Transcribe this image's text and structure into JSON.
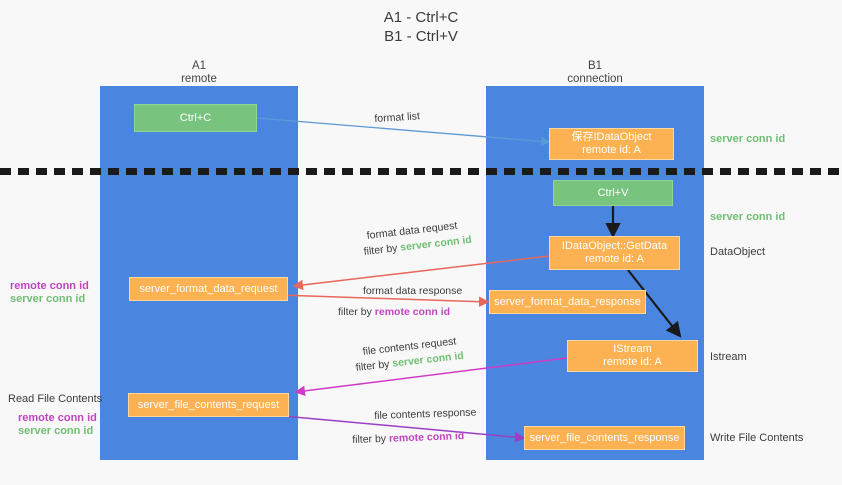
{
  "title": {
    "line1": "A1 - Ctrl+C",
    "line2": "B1 - Ctrl+V"
  },
  "columns": [
    {
      "name": "A1",
      "sub": "remote"
    },
    {
      "name": "B1",
      "sub": "connection"
    }
  ],
  "nodes": {
    "ctrl_c": {
      "label": "Ctrl+C"
    },
    "save_idataobject": {
      "line1": "保存IDataObject",
      "line2": "remote id: A"
    },
    "ctrl_v": {
      "label": "Ctrl+V"
    },
    "getdata": {
      "line1": "IDataObject::GetData",
      "line2": "remote id: A"
    },
    "istream": {
      "line1": "IStream",
      "line2": "remote id: A"
    },
    "server_format_data_request": {
      "label": "server_format_data_request"
    },
    "server_format_data_response": {
      "label": "server_format_data_response"
    },
    "server_file_contents_request": {
      "label": "server_file_contents_request"
    },
    "server_file_contents_response": {
      "label": "server_file_contents_response"
    }
  },
  "edges": {
    "format_list": {
      "label": "format list"
    },
    "format_data_request": {
      "label": "format data request",
      "filter_prefix": "filter by ",
      "filter_value": "server conn id"
    },
    "format_data_response": {
      "label": "format data response",
      "filter_prefix": "filter by ",
      "filter_value": "remote conn id"
    },
    "file_contents_request": {
      "label": "file contents request",
      "filter_prefix": "filter by ",
      "filter_value": "server conn id"
    },
    "file_contents_response": {
      "label": "file contents response",
      "filter_prefix": "filter by ",
      "filter_value": "remote conn id"
    }
  },
  "right_labels": {
    "server_conn_id_top": "server conn id",
    "server_conn_id_mid": "server conn id",
    "dataobject": "DataObject",
    "istream": "Istream",
    "write_file_contents": "Write File Contents"
  },
  "left_labels": {
    "remote_conn_id_mid": "remote conn id",
    "server_conn_id_mid": "server conn id",
    "read_file_contents": "Read File Contents",
    "remote_conn_id_bottom": "remote conn id",
    "server_conn_id_bottom": "server conn id"
  },
  "colors": {
    "lane": "#4a86e0",
    "green_node": "#78c47e",
    "orange_node": "#fcb152",
    "green_text": "#6fbf73",
    "magenta_text": "#c045c0",
    "blue_arrow": "#5b9bd5",
    "red_arrow": "#e8665a",
    "magenta_arrow": "#d13bc4",
    "purple_arrow": "#9b3fc4",
    "black_arrow": "#1a1a1a"
  }
}
